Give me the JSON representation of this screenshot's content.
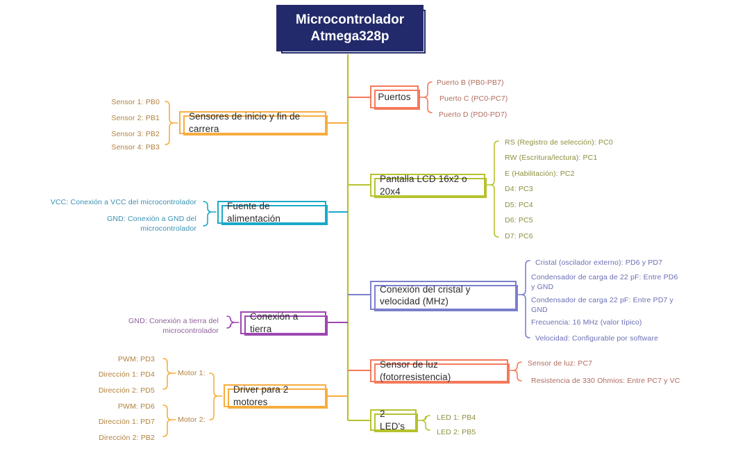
{
  "title": "Microcontrolador Atmega328p",
  "root": {
    "label": "Microcontrolador Atmega328p",
    "color": "#232a6b",
    "text_color": "#ffffff"
  },
  "palette": {
    "spine": "#b5c22e",
    "orange_coral": "#f4795b",
    "amber": "#f7ad3f",
    "olive": "#b5c22e",
    "cyan": "#1aa9c7",
    "periwinkle": "#7b7fcc",
    "violet": "#9c47b0",
    "leaf_coral_text": "#b06a5c",
    "leaf_amber_text": "#b1803c",
    "leaf_olive_text": "#8b8e3c",
    "leaf_cyan_text": "#3a8fb0",
    "leaf_periwinkle_text": "#6a6eb4",
    "leaf_violet_text": "#8a5c96"
  },
  "branches": [
    {
      "id": "puertos",
      "label": "Puertos",
      "side": "right",
      "color": "#f4795b",
      "leaf_color": "#b06a5c",
      "leaves": [
        "Puerto B (PB0-PB7)",
        "Puerto C (PC0-PC7)",
        "Puerto D (PD0-PD7)"
      ]
    },
    {
      "id": "sensores",
      "label": "Sensores de inicio y fin de carrera",
      "side": "left",
      "color": "#f7ad3f",
      "leaf_color": "#b1803c",
      "leaves": [
        "Sensor 1: PB0",
        "Sensor 2: PB1",
        "Sensor 3: PB2",
        "Sensor 4: PB3"
      ]
    },
    {
      "id": "lcd",
      "label": "Pantalla LCD 16x2 o 20x4",
      "side": "right",
      "color": "#b5c22e",
      "leaf_color": "#8b8e3c",
      "leaves": [
        "RS (Registro de selección): PC0",
        "RW (Escritura/lectura): PC1",
        "E (Habilitación): PC2",
        "D4: PC3",
        "D5: PC4",
        "D6: PC5",
        "D7: PC6"
      ]
    },
    {
      "id": "fuente",
      "label": "Fuente de alimentación",
      "side": "left",
      "color": "#1aa9c7",
      "leaf_color": "#3a8fb0",
      "leaves": [
        "VCC: Conexión a VCC del microcontrolador",
        "GND: Conexión a GND del microcontrolador"
      ]
    },
    {
      "id": "cristal",
      "label": "Conexión del cristal y velocidad (MHz)",
      "side": "right",
      "color": "#7b7fcc",
      "leaf_color": "#6a6eb4",
      "leaves": [
        "Cristal (oscilador externo): PD6 y PD7",
        "Condensador de carga de 22 pF: Entre PD6 y GND",
        "Condensador de carga 22 pF: Entre PD7 y GND",
        "Frecuencia: 16 MHz (valor típico)",
        "Velocidad: Configurable por software"
      ]
    },
    {
      "id": "tierra",
      "label": "Conexión a tierra",
      "side": "left",
      "color": "#9c47b0",
      "leaf_color": "#8a5c96",
      "leaves": [
        "GND: Conexión a tierra del microcontrolador"
      ]
    },
    {
      "id": "sensorluz",
      "label": "Sensor de luz (fotorresistencia)",
      "side": "right",
      "color": "#f4795b",
      "leaf_color": "#b06a5c",
      "leaves": [
        "Sensor de luz: PC7",
        "Resistencia de 330 Ohmios: Entre PC7 y VC"
      ]
    },
    {
      "id": "driver",
      "label": "Driver para 2 motores",
      "side": "left",
      "color": "#f7ad3f",
      "leaf_color": "#b1803c",
      "groups": [
        {
          "label": "Motor 1:",
          "leaves": [
            "PWM: PD3",
            "Dirección 1: PD4",
            "Dirección 2: PD5"
          ]
        },
        {
          "label": "Motor 2:",
          "leaves": [
            "PWM: PD6",
            "Dirección 1: PD7",
            "Dirección 2: PB2"
          ]
        }
      ],
      "leaves": []
    },
    {
      "id": "leds",
      "label": "2 LED's",
      "side": "right",
      "color": "#b5c22e",
      "leaf_color": "#8b8e3c",
      "leaves": [
        "LED 1: PB4",
        "LED 2: PB5"
      ]
    }
  ]
}
